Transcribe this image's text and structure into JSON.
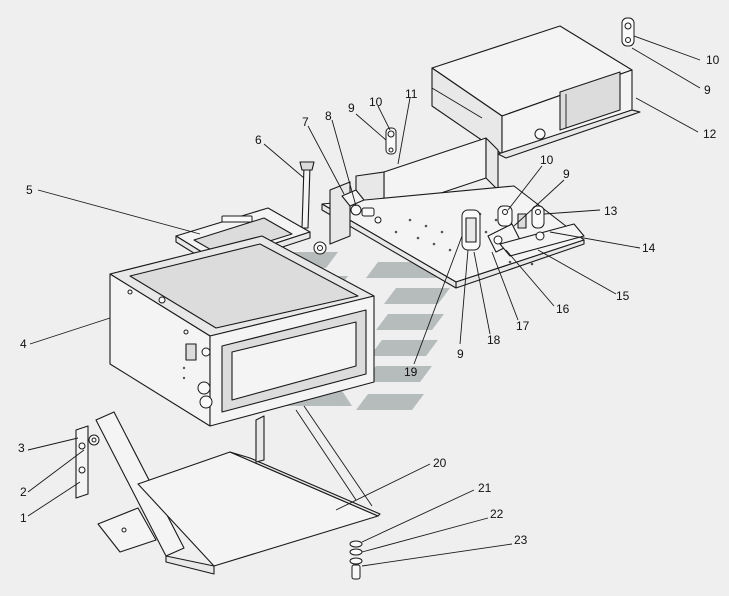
{
  "callouts": [
    {
      "id": "c1",
      "text": "1"
    },
    {
      "id": "c2",
      "text": "2"
    },
    {
      "id": "c3",
      "text": "3"
    },
    {
      "id": "c4",
      "text": "4"
    },
    {
      "id": "c5",
      "text": "5"
    },
    {
      "id": "c6",
      "text": "6"
    },
    {
      "id": "c7",
      "text": "7"
    },
    {
      "id": "c8",
      "text": "8"
    },
    {
      "id": "c9a",
      "text": "9"
    },
    {
      "id": "c10a",
      "text": "10"
    },
    {
      "id": "c11",
      "text": "11"
    },
    {
      "id": "c10b",
      "text": "10"
    },
    {
      "id": "c9b",
      "text": "9"
    },
    {
      "id": "c12",
      "text": "12"
    },
    {
      "id": "c10c",
      "text": "10"
    },
    {
      "id": "c9c",
      "text": "9"
    },
    {
      "id": "c13",
      "text": "13"
    },
    {
      "id": "c14",
      "text": "14"
    },
    {
      "id": "c15",
      "text": "15"
    },
    {
      "id": "c16",
      "text": "16"
    },
    {
      "id": "c17",
      "text": "17"
    },
    {
      "id": "c18",
      "text": "18"
    },
    {
      "id": "c9d",
      "text": "9"
    },
    {
      "id": "c19",
      "text": "19"
    },
    {
      "id": "c20",
      "text": "20"
    },
    {
      "id": "c21",
      "text": "21"
    },
    {
      "id": "c22",
      "text": "22"
    },
    {
      "id": "c23",
      "text": "23"
    }
  ],
  "colors": {
    "background": "#efefef",
    "line": "#1a1a1a",
    "watermark": "#a9b0b0"
  }
}
